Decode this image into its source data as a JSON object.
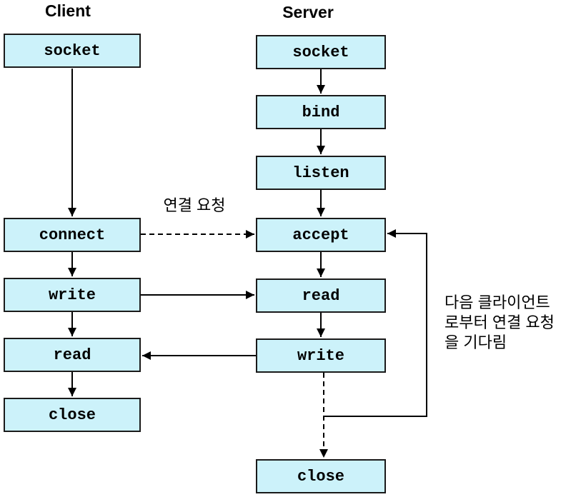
{
  "columns": {
    "client": {
      "title": "Client",
      "boxes": [
        {
          "label": "socket"
        },
        {
          "label": "connect"
        },
        {
          "label": "write"
        },
        {
          "label": "read"
        },
        {
          "label": "close"
        }
      ]
    },
    "server": {
      "title": "Server",
      "boxes": [
        {
          "label": "socket"
        },
        {
          "label": "bind"
        },
        {
          "label": "listen"
        },
        {
          "label": "accept"
        },
        {
          "label": "read"
        },
        {
          "label": "write"
        },
        {
          "label": "close"
        }
      ]
    }
  },
  "annotations": {
    "connection_request": "연결 요청",
    "wait_note": {
      "line1": "다음 클라이언트",
      "line2": "로부터 연결 요청",
      "line3": "을 기다림"
    }
  },
  "colors": {
    "box_fill": "#ccf2fa",
    "box_border": "#1a1a1a",
    "arrow": "#000000",
    "background": "#ffffff"
  }
}
